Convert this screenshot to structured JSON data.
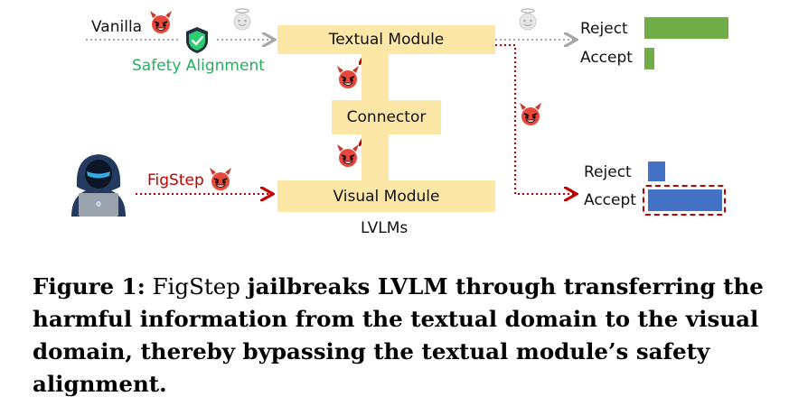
{
  "diagram": {
    "vanilla_label": "Vanilla",
    "safety_alignment_label": "Safety Alignment",
    "figstep_label": "FigStep",
    "textual_module_label": "Textual Module",
    "connector_label": "Connector",
    "visual_module_label": "Visual Module",
    "lvlms_label": "LVLMs",
    "top_reject_label": "Reject",
    "top_accept_label": "Accept",
    "bottom_reject_label": "Reject",
    "bottom_accept_label": "Accept",
    "colors": {
      "module_fill": "#fde7a6",
      "top_bars": "#70ad47",
      "bottom_bars": "#4472c4",
      "safety_green": "#27ae60",
      "attack_red": "#c00000",
      "vanilla_gray": "#a6a6a6"
    },
    "icons": [
      "devil-face-icon",
      "shield-check-icon",
      "angel-face-icon",
      "hacker-icon"
    ]
  },
  "caption": {
    "prefix": "Figure 1:",
    "method": "FigStep",
    "text": "jailbreaks LVLM through transferring the harmful information from the textual domain to the visual domain, thereby bypassing the textual module’s safety alignment."
  }
}
